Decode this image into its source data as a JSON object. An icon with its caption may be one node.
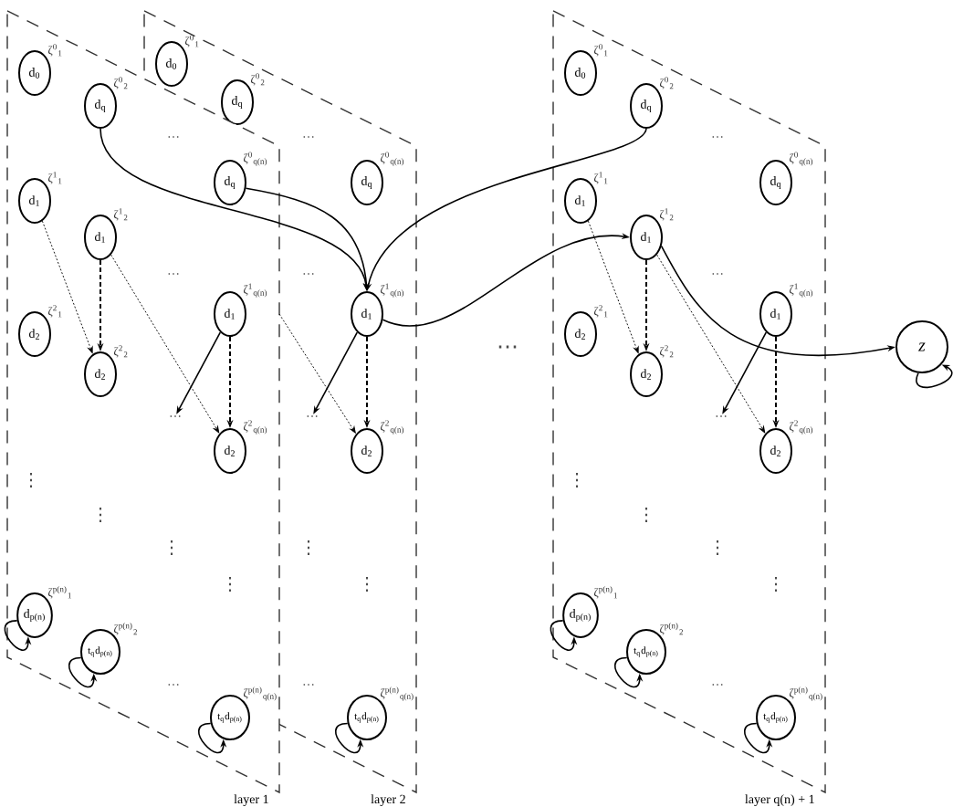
{
  "diagram": {
    "nodes": [
      {
        "text": [
          "layer 1"
        ]
      },
      {
        "text": [
          "d$_{0}$"
        ],
        "beside": [
          "ζ$^{0}$$_{1}$"
        ],
        "in": 0
      },
      {
        "text": [
          "d$_{q}$"
        ],
        "beside": [
          "ζ$^{0}$$_{2}$"
        ],
        "in": 0
      },
      {
        "text": [
          "d$_{q}$"
        ],
        "beside": [
          "ζ$^{0}$$_{q(n)}$"
        ]
      },
      {
        "text": [
          "d$_{1}$"
        ],
        "beside": [
          "ζ$^{1}$$_{1}$"
        ],
        "in": 0
      },
      {
        "text": [
          "d$_{1}$"
        ],
        "beside": [
          "ζ$^{1}$$_{2}$"
        ],
        "in": 0
      },
      {
        "text": [
          "d$_{1}$"
        ],
        "beside": [
          "ζ$^{1}$$_{q(n)}$"
        ]
      },
      {
        "text": [
          "…"
        ]
      },
      {
        "text": [
          "d$_{2}$"
        ],
        "beside": [
          "ζ$^{2}$$_{1}$"
        ],
        "in": 0
      },
      {
        "text": [
          "d$_{2}$"
        ],
        "beside": [
          "ζ$^{2}$$_{2}$"
        ],
        "in": 0
      },
      {
        "text": [
          "d$_{2}$"
        ],
        "beside": [
          "ζ$^{2}$$_{q(n)}$"
        ]
      },
      {
        "text": [
          "d$_{p(n)}$"
        ],
        "beside": [
          "ζ$^{p(n)}$$_{1}$"
        ],
        "in": 0
      },
      {
        "text": [
          "t$_{q}$d$_{p(n)}$"
        ],
        "beside": [
          "ζ$^{p(n)}$$_{2}$"
        ],
        "in": 0
      },
      {
        "text": [
          "t$_{q}$d$_{p(n)}$"
        ],
        "beside": [
          "ζ$^{p(n)}$$_{q(n)}$"
        ],
        "in": 0
      },
      {
        "text": [
          "layer 2"
        ]
      },
      {
        "text": [
          "d$_{0}$"
        ],
        "beside": [
          "ζ$^{0}$$_{1}$"
        ],
        "in": 14
      },
      {
        "text": [
          "d$_{q}$"
        ],
        "beside": [
          "ζ$^{0}$$_{2}$"
        ],
        "in": 14
      },
      {
        "text": [
          "d$_{q}$"
        ],
        "beside": [
          "ζ$^{0}$$_{q(n)}$"
        ],
        "in": 14
      },
      {
        "text": [
          "d$_{1}$"
        ],
        "beside": [
          "ζ$^{1}$$_{q(n)}$"
        ],
        "in": 14
      },
      {
        "text": [
          "…"
        ],
        "in": 14
      },
      {
        "text": [
          "d$_{2}$"
        ],
        "beside": [
          "ζ$^{2}$$_{q(n)}$"
        ],
        "in": 14
      },
      {
        "text": [
          "t$_{q}$d$_{p(n)}$"
        ],
        "beside": [
          "ζ$^{p(n)}$$_{q(n)}$"
        ],
        "in": 14
      },
      {
        "text": [
          "layer q(n) + 1"
        ]
      },
      {
        "text": [
          "d$_{0}$"
        ],
        "beside": [
          "ζ$^{0}$$_{1}$"
        ],
        "in": 22
      },
      {
        "text": [
          "d$_{q}$"
        ],
        "beside": [
          "ζ$^{0}$$_{2}$"
        ],
        "in": 22
      },
      {
        "text": [
          "d$_{q}$"
        ],
        "beside": [
          "ζ$^{0}$$_{q(n)}$"
        ],
        "in": 22
      },
      {
        "text": [
          "d$_{1}$"
        ],
        "beside": [
          "ζ$^{1}$$_{1}$"
        ],
        "in": 22
      },
      {
        "text": [
          "d$_{1}$"
        ],
        "beside": [
          "ζ$^{1}$$_{2}$"
        ],
        "in": 22
      },
      {
        "text": [
          "d$_{1}$"
        ],
        "beside": [
          "ζ$^{1}$$_{q(n)}$"
        ],
        "in": 22
      },
      {
        "text": [
          "…"
        ],
        "in": 22
      },
      {
        "text": [
          "d$_{2}$"
        ],
        "beside": [
          "ζ$^{2}$$_{1}$"
        ],
        "in": 22
      },
      {
        "text": [
          "d$_{2}$"
        ],
        "beside": [
          "ζ$^{2}$$_{2}$"
        ],
        "in": 22
      },
      {
        "text": [
          "d$_{2}$"
        ],
        "beside": [
          "ζ$^{2}$$_{q(n)}$"
        ],
        "in": 22
      },
      {
        "text": [
          "d$_{p(n)}$"
        ],
        "beside": [
          "ζ$^{p(n)}$$_{1}$"
        ],
        "in": 22
      },
      {
        "text": [
          "t$_{q}$d$_{p(n)}$"
        ],
        "beside": [
          "ζ$^{p(n)}$$_{2}$"
        ],
        "in": 22
      },
      {
        "text": [
          "t$_{q}$d$_{p(n)}$"
        ],
        "beside": [
          "ζ$^{p(n)}$$_{q(n)}$"
        ],
        "in": 22
      },
      {
        "text": [
          "z"
        ]
      }
    ],
    "edges": [
      {
        "from": 2,
        "to": 18,
        "arrow": "to"
      },
      {
        "from": 3,
        "to": 18,
        "arrow": "to"
      },
      {
        "from": 24,
        "to": 18,
        "arrow": "to"
      },
      {
        "from": 18,
        "to": 27,
        "arrow": "to"
      },
      {
        "from": 27,
        "to": 36,
        "arrow": "to"
      },
      {
        "from": 36,
        "to": 36,
        "arrow": "to"
      },
      {
        "from": 4,
        "to": 9,
        "arrow": "to",
        "style": "dashed"
      },
      {
        "from": 5,
        "to": 9,
        "arrow": "to",
        "style": "dashed"
      },
      {
        "from": 5,
        "to": 10,
        "arrow": "to",
        "style": "dashed"
      },
      {
        "from": 6,
        "to": 7,
        "arrow": "to"
      },
      {
        "from": 6,
        "to": 10,
        "arrow": "to",
        "style": "dashed"
      },
      {
        "from": 11,
        "to": 11,
        "arrow": "to"
      },
      {
        "from": 12,
        "to": 12,
        "arrow": "to"
      },
      {
        "from": 13,
        "to": 13,
        "arrow": "to"
      },
      {
        "from": 0,
        "to": 20,
        "arrow": "to",
        "style": "dashed"
      },
      {
        "from": 18,
        "to": 19,
        "arrow": "to"
      },
      {
        "from": 18,
        "to": 20,
        "arrow": "to",
        "style": "dashed"
      },
      {
        "from": 21,
        "to": 21,
        "arrow": "to"
      },
      {
        "from": 26,
        "to": 31,
        "arrow": "to",
        "style": "dashed"
      },
      {
        "from": 27,
        "to": 31,
        "arrow": "to",
        "style": "dashed"
      },
      {
        "from": 27,
        "to": 32,
        "arrow": "to",
        "style": "dashed"
      },
      {
        "from": 28,
        "to": 29,
        "arrow": "to"
      },
      {
        "from": 28,
        "to": 32,
        "arrow": "to",
        "style": "dashed"
      },
      {
        "from": 33,
        "to": 33,
        "arrow": "to"
      },
      {
        "from": 34,
        "to": 34,
        "arrow": "to"
      },
      {
        "from": 35,
        "to": 35,
        "arrow": "to"
      }
    ],
    "labels": [
      "…",
      "…",
      "…",
      "…",
      "…",
      "…",
      "…",
      "⋮",
      "⋮",
      "⋮",
      "⋮",
      "⋮",
      "⋮",
      "⋮",
      "⋮",
      "⋮",
      "⋮",
      "…",
      "…",
      "…"
    ]
  }
}
